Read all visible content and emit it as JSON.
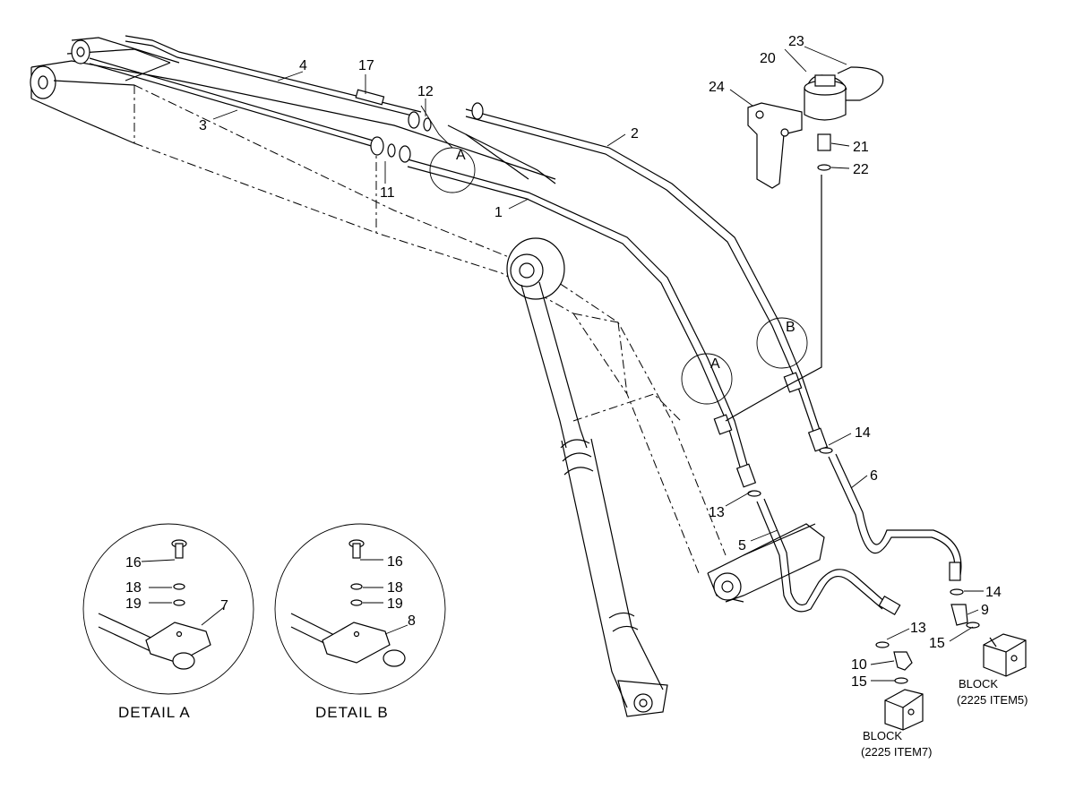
{
  "callouts": {
    "c1": "1",
    "c2": "2",
    "c3": "3",
    "c4": "4",
    "c5": "5",
    "c6": "6",
    "c7": "7",
    "c8": "8",
    "c9": "9",
    "c10": "10",
    "c11": "11",
    "c12": "12",
    "c13a": "13",
    "c13b": "13",
    "c14a": "14",
    "c14b": "14",
    "c15a": "15",
    "c15b": "15",
    "c16a": "16",
    "c16b": "16",
    "c17": "17",
    "c18a": "18",
    "c18b": "18",
    "c19a": "19",
    "c19b": "19",
    "c20": "20",
    "c21": "21",
    "c22": "22",
    "c23": "23",
    "c24": "24"
  },
  "detail_markers": {
    "a_top": "A",
    "a_mid": "A",
    "b_mid": "B"
  },
  "details": {
    "a_caption": "DETAIL  A",
    "b_caption": "DETAIL  B"
  },
  "blocks": {
    "left": {
      "title": "BLOCK",
      "ref": "(2225 ITEM7)"
    },
    "right": {
      "title": "BLOCK",
      "ref": "(2225 ITEM5)"
    }
  }
}
